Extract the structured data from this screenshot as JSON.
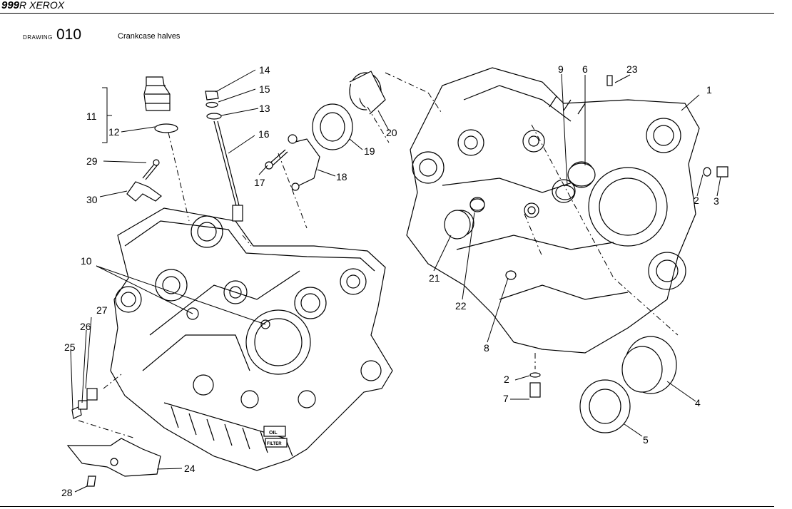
{
  "header": {
    "model": "999",
    "name": "R XEROX"
  },
  "drawing": {
    "label": "DRAWING",
    "number": "010",
    "title": "Crankcase halves"
  },
  "callouts": [
    "1",
    "2",
    "2",
    "3",
    "4",
    "5",
    "6",
    "7",
    "8",
    "9",
    "10",
    "11",
    "12",
    "13",
    "14",
    "15",
    "16",
    "17",
    "18",
    "19",
    "20",
    "21",
    "22",
    "23",
    "24",
    "25",
    "26",
    "27",
    "28",
    "29",
    "30"
  ]
}
